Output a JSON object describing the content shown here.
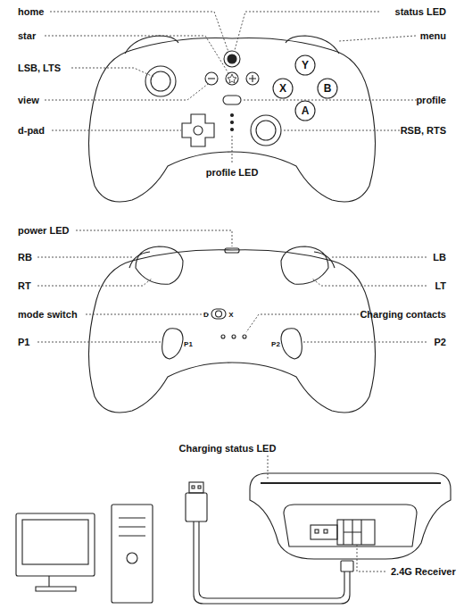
{
  "diagram": {
    "labels": [
      "home",
      "status LED",
      "star",
      "menu",
      "LSB, LTS",
      "view",
      "profile",
      "d-pad",
      "RSB, RTS",
      "Y",
      "X",
      "B",
      "A",
      "profile LED",
      "power LED",
      "RB",
      "LB",
      "RT",
      "LT",
      "mode switch",
      "D",
      "X",
      "Charging contacts",
      "P1",
      "P1",
      "P2",
      "P2",
      "Charging status LED",
      "2.4G Receiver"
    ]
  }
}
